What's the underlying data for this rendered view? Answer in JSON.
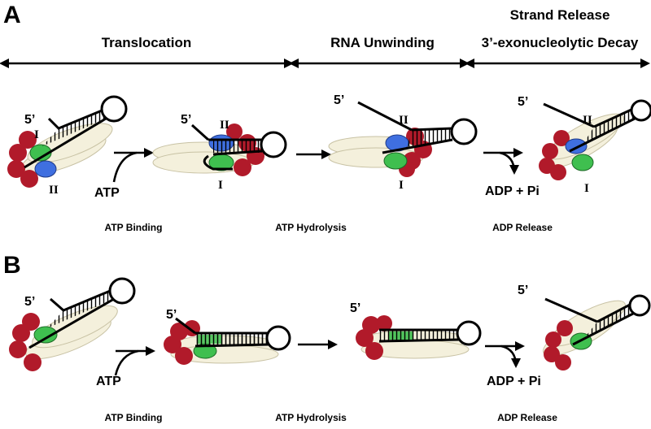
{
  "panel_a": {
    "letter": "A",
    "phases": {
      "translocation": "Translocation",
      "rna_unwinding": "RNA Unwinding",
      "strand_release": "Strand Release",
      "decay": "3’-exonucleolytic Decay"
    },
    "end_label": "5’",
    "domain_one": "I",
    "domain_two": "II",
    "atp": "ATP",
    "adp": "ADP + Pi",
    "steps": {
      "binding": "ATP Binding",
      "hydrolysis": "ATP Hydrolysis",
      "release": "ADP Release"
    }
  },
  "panel_b": {
    "letter": "B",
    "end_label": "5’",
    "atp": "ATP",
    "adp": "ADP + Pi",
    "steps": {
      "binding": "ATP Binding",
      "hydrolysis": "ATP Hydrolysis",
      "release": "ADP Release"
    }
  },
  "colors": {
    "red_subunit": "#b11a2a",
    "green_domain": "#3fbf4f",
    "blue_domain": "#3f6fe0",
    "scaffold": "#f4f0dc",
    "line": "#000000"
  }
}
